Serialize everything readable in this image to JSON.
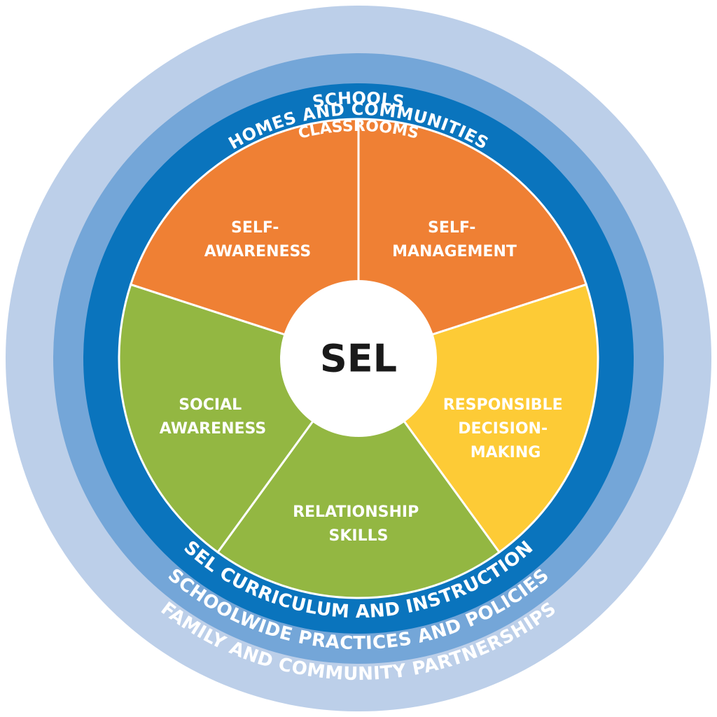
{
  "colors": {
    "outer_ring": "#bccfe9",
    "middle_ring": "#74a6d8",
    "inner_ring": "#0a74bd",
    "orange": "#ef8034",
    "yellow": "#fdcb36",
    "green": "#93b742",
    "center": "#ffffff",
    "divider": "#ffffff"
  },
  "center": {
    "label": "SEL"
  },
  "rings": {
    "outer": {
      "top": "HOMES AND COMMUNITIES",
      "bottom": "FAMILY AND COMMUNITY PARTNERSHIPS"
    },
    "middle": {
      "top": "SCHOOLS",
      "bottom": "SCHOOLWIDE PRACTICES AND POLICIES"
    },
    "inner": {
      "top": "CLASSROOMS",
      "bottom": "SEL CURRICULUM AND INSTRUCTION"
    }
  },
  "segments": [
    {
      "id": "self-awareness",
      "lines": [
        "SELF-",
        "AWARENESS"
      ],
      "color": "orange"
    },
    {
      "id": "self-management",
      "lines": [
        "SELF-",
        "MANAGEMENT"
      ],
      "color": "orange"
    },
    {
      "id": "responsible-decision-making",
      "lines": [
        "RESPONSIBLE",
        "DECISION-",
        "MAKING"
      ],
      "color": "yellow"
    },
    {
      "id": "relationship-skills",
      "lines": [
        "RELATIONSHIP",
        "SKILLS"
      ],
      "color": "green"
    },
    {
      "id": "social-awareness",
      "lines": [
        "SOCIAL",
        "AWARENESS"
      ],
      "color": "green"
    }
  ]
}
